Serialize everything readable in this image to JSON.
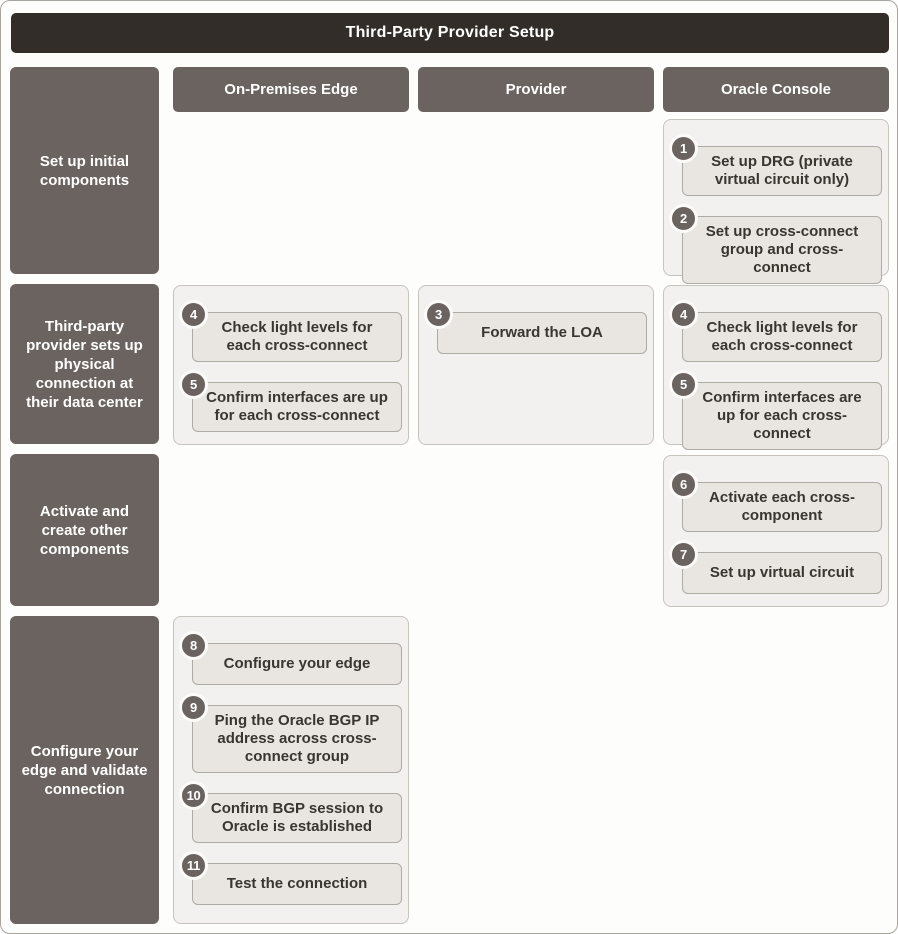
{
  "title": "Third-Party Provider Setup",
  "columns": {
    "onprem": "On-Premises Edge",
    "provider": "Provider",
    "oracle": "Oracle Console"
  },
  "row_labels": {
    "r1": "Set up initial components",
    "r2": "Third-party provider sets up physical connection at their data center",
    "r3": "Activate and create other components",
    "r4": "Configure your edge and validate connection"
  },
  "cells": {
    "r1_oracle": [
      {
        "num": "1",
        "label": "Set up DRG (private virtual circuit only)"
      },
      {
        "num": "2",
        "label": "Set up cross-connect group and cross-connect"
      }
    ],
    "r2_onprem": [
      {
        "num": "4",
        "label": "Check light levels for each cross-connect"
      },
      {
        "num": "5",
        "label": "Confirm interfaces are up for each cross-connect"
      }
    ],
    "r2_provider": [
      {
        "num": "3",
        "label": "Forward the LOA"
      }
    ],
    "r2_oracle": [
      {
        "num": "4",
        "label": "Check light levels for each cross-connect"
      },
      {
        "num": "5",
        "label": "Confirm interfaces are up for each cross-connect"
      }
    ],
    "r3_oracle": [
      {
        "num": "6",
        "label": "Activate each cross-component"
      },
      {
        "num": "7",
        "label": "Set up virtual circuit"
      }
    ],
    "r4_onprem": [
      {
        "num": "8",
        "label": "Configure your edge"
      },
      {
        "num": "9",
        "label": "Ping the Oracle BGP IP address across cross-connect group"
      },
      {
        "num": "10",
        "label": "Confirm BGP session to Oracle is established"
      },
      {
        "num": "11",
        "label": "Test the connection"
      }
    ]
  },
  "colors": {
    "title_bar": "#322d29",
    "band": "#6b6360",
    "panel_bg": "#f3f1ef",
    "task_bg": "#e9e6e2",
    "task_border": "#aeaaa4",
    "page_border": "#a8a49e"
  }
}
